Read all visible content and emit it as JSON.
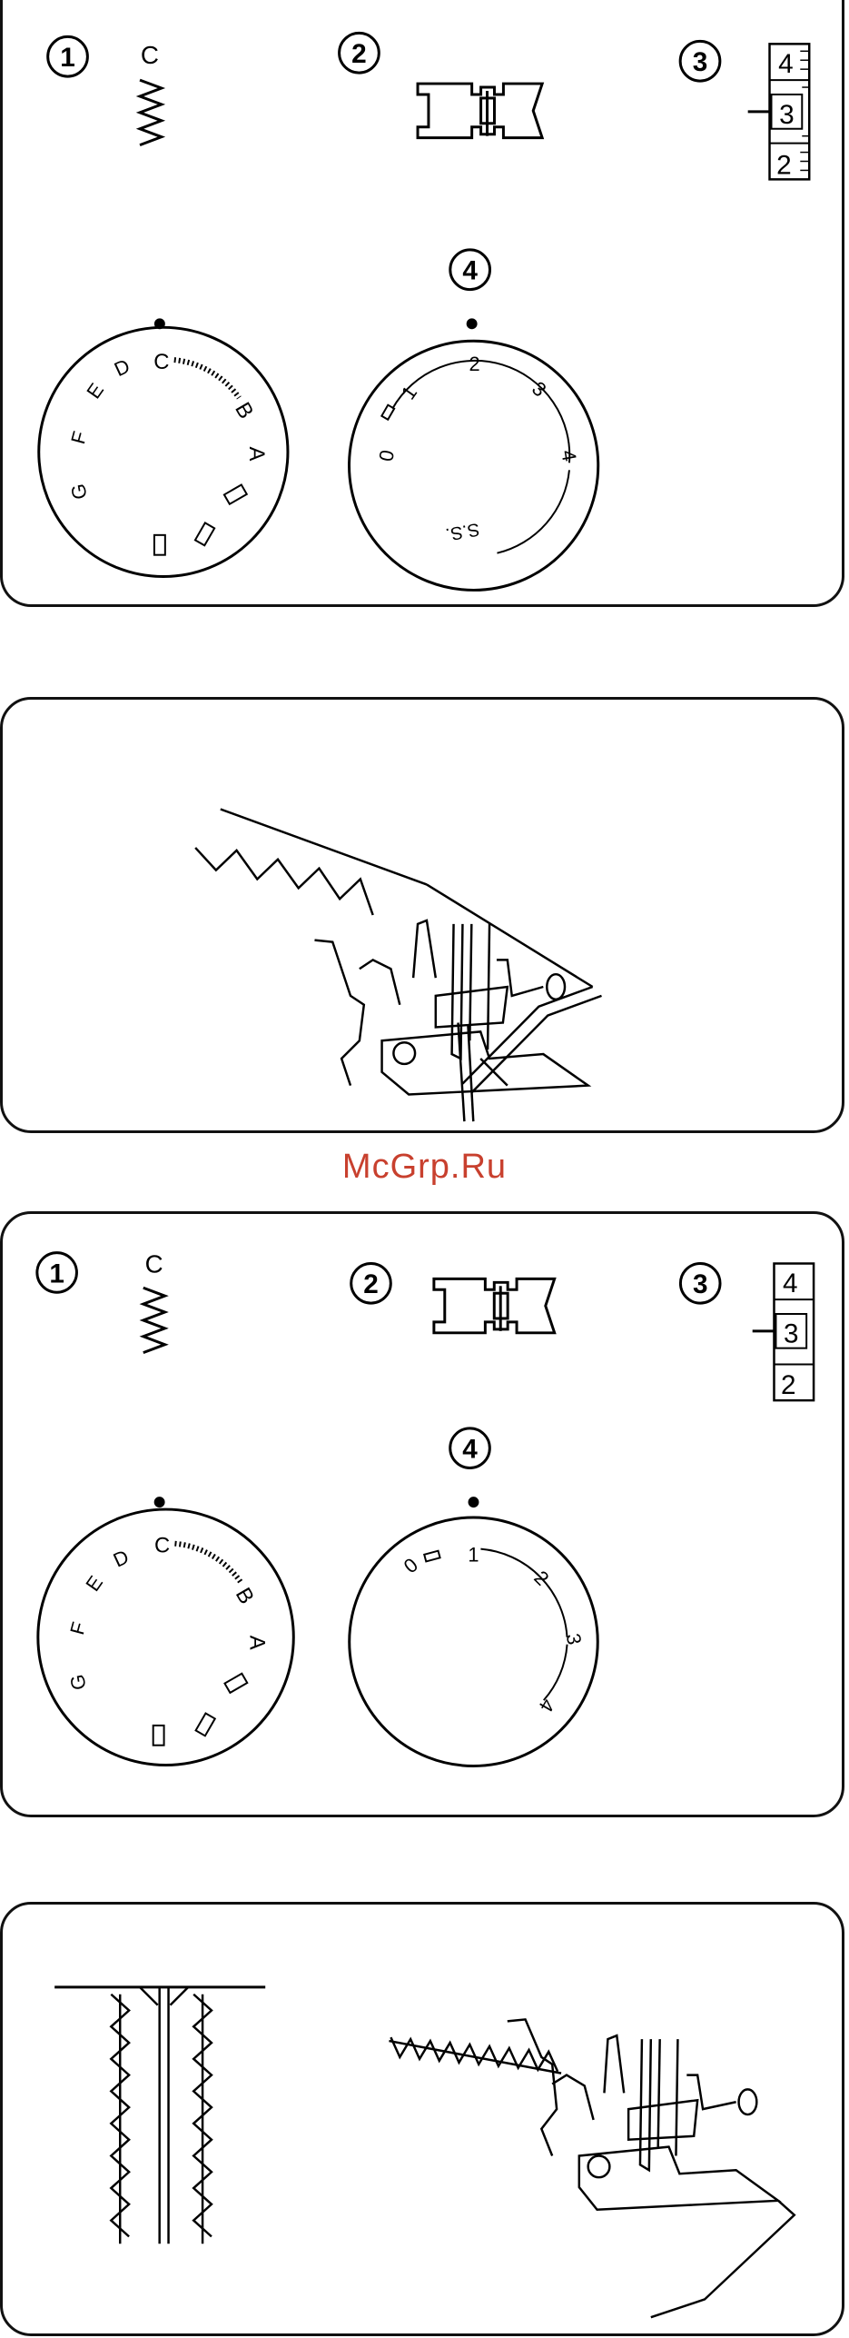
{
  "panels": [
    {
      "step_numbers": [
        "1",
        "2",
        "3",
        "4"
      ],
      "pattern_letter": "C",
      "stitch_length_scale": [
        "4",
        "3",
        "2"
      ],
      "pattern_dial_labels": [
        "C",
        "B",
        "A",
        "G",
        "F",
        "E",
        "D"
      ],
      "stitch_length_dial_labels": [
        "0",
        "1",
        "2",
        "3",
        "4",
        "S.S."
      ]
    },
    {
      "step_numbers": [
        "1",
        "2",
        "3",
        "4"
      ],
      "pattern_letter": "C",
      "stitch_length_scale": [
        "4",
        "3",
        "2"
      ],
      "pattern_dial_labels": [
        "C",
        "B",
        "A",
        "G",
        "F",
        "E",
        "D"
      ],
      "stitch_length_dial_labels": [
        "0",
        "1",
        "2",
        "3",
        "4"
      ]
    }
  ],
  "watermark": "McGrp.Ru"
}
